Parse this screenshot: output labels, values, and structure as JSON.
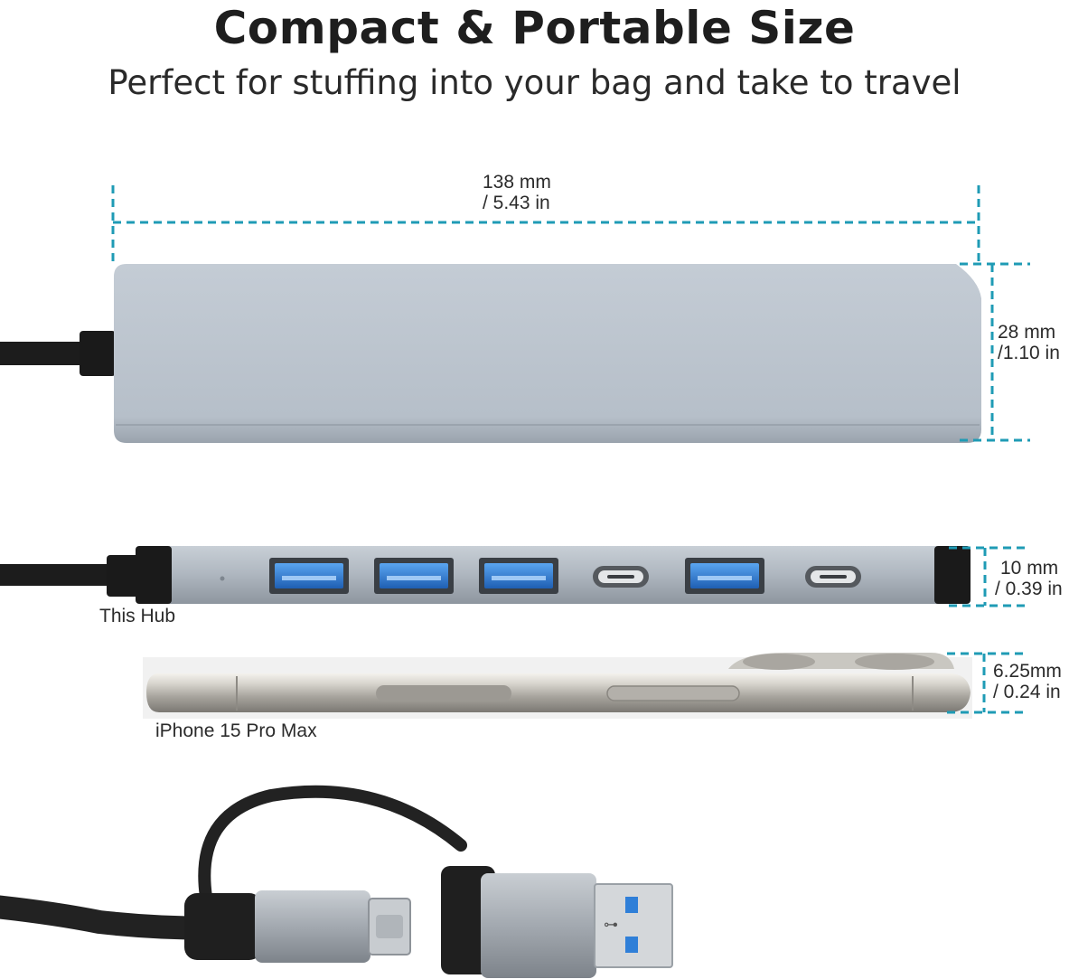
{
  "header": {
    "title": "Compact & Portable Size",
    "subtitle": "Perfect for stuffing into your bag and take to travel"
  },
  "dimensions": {
    "length": {
      "line1": "138 mm",
      "line2": "/ 5.43 in"
    },
    "width": {
      "line1": "28 mm",
      "line2": "/1.10 in"
    },
    "hub_thickness": {
      "line1": "10 mm",
      "line2": "/ 0.39 in"
    },
    "phone_thickness": {
      "line1": "6.25mm",
      "line2": "/ 0.24 in"
    }
  },
  "labels": {
    "hub": "This Hub",
    "phone": "iPhone 15 Pro Max"
  },
  "colors": {
    "dimension_line": "#1f9bb5",
    "hub_body": "#b9c2cc",
    "usb_port_blue": "#2f7fd8",
    "cable": "#1c1c1c"
  },
  "ports": [
    "usb-a",
    "usb-a",
    "usb-a",
    "usb-c",
    "usb-a",
    "usb-c"
  ]
}
